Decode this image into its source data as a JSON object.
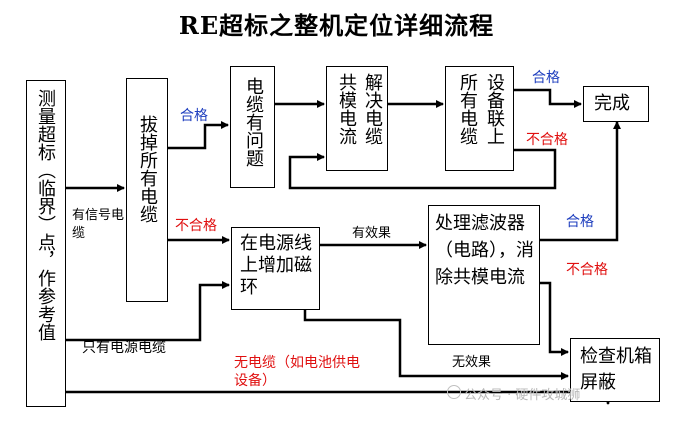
{
  "title": "RE超标之整机定位详细流程",
  "boxes": {
    "measure": "测量超标（临界）点，作参考值",
    "remove": "拔掉所有电缆",
    "cable_issue": "电缆有问题",
    "common_mode": "共模电流",
    "solve_cable": "解决电缆",
    "all_devices": "所有电缆",
    "devices_connected": "设备联上",
    "done": "完成",
    "ferrite": "在电源线上增加磁环",
    "filter": "处理滤波器（电路），消除共模电流",
    "shield": "检查机箱屏蔽"
  },
  "labels": {
    "pass1": "合格",
    "pass2": "合格",
    "pass3": "合格",
    "fail1": "不合格",
    "fail2": "不合格",
    "fail3": "不合格",
    "has_signal": "有信号电缆",
    "power_only": "只有电源电缆",
    "no_cable": "无电缆（如电池供电设备）",
    "effective": "有效果",
    "no_effect": "无效果"
  },
  "watermark": "公众号 · 硬件攻城狮",
  "colors": {
    "pass": "#1f3fbf",
    "fail": "#e01010"
  }
}
